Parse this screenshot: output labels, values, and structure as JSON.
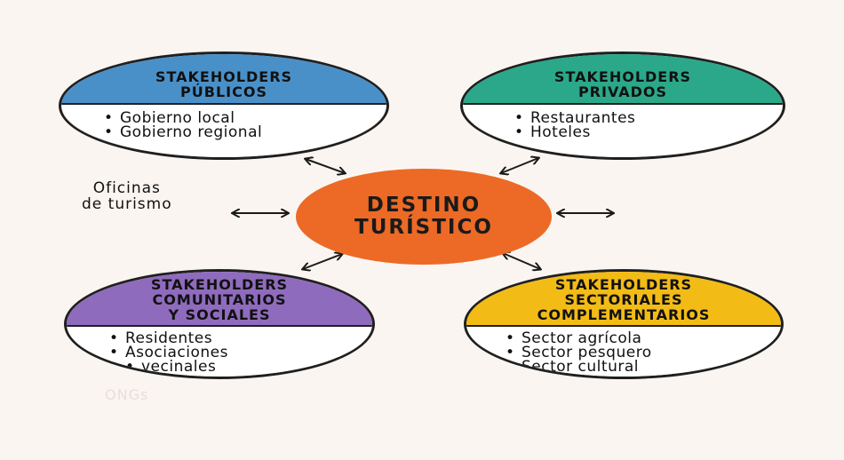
{
  "center": {
    "line1": "DESTINO",
    "line2": "TURÍSTICO",
    "color": "#ec6a25"
  },
  "side_label": {
    "line1": "Oficinas",
    "line2": "de turismo"
  },
  "faded_text": "ONGs",
  "groups": {
    "publicos": {
      "title": [
        "STAKEHOLDERS",
        "PÚBLICOS"
      ],
      "items": [
        "Gobierno local",
        "Gobierno regional"
      ],
      "color": "#4a90c8"
    },
    "privados": {
      "title": [
        "STAKEHOLDERS",
        "PRIVADOS"
      ],
      "items": [
        "Restaurantes",
        "Hoteles"
      ],
      "color": "#2ba889"
    },
    "comunitarios": {
      "title": [
        "STAKEHOLDERS",
        "COMUNITARIOS",
        "Y SOCIALES"
      ],
      "items": [
        "Residentes",
        "Asociaciones",
        "vecinales"
      ],
      "color": "#8f6bbd"
    },
    "sectoriales": {
      "title": [
        "STAKEHOLDERS",
        "SECTORIALES",
        "COMPLEMENTARIOS"
      ],
      "items": [
        "Sector agrícola",
        "Sector pesquero",
        "Sector cultural"
      ],
      "color": "#f2bb16"
    }
  }
}
